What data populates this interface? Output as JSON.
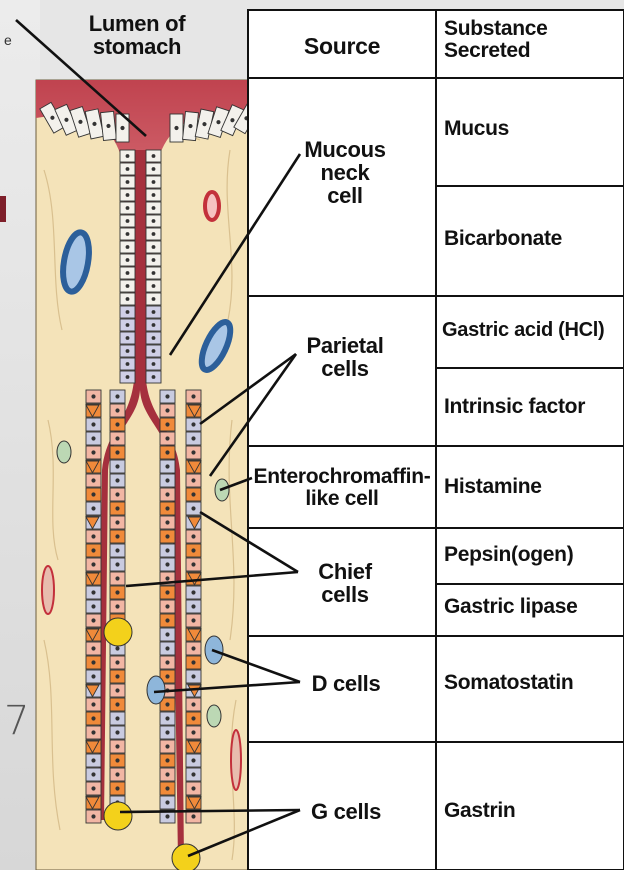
{
  "diagram": {
    "lumen_label": "Lumen of\nstomach",
    "table_header": {
      "source": "Source",
      "substance": "Substance\nSecreted"
    },
    "rows": [
      {
        "source": "Mucous\nneck\ncell",
        "substances": [
          "Mucus",
          "Bicarbonate"
        ]
      },
      {
        "source": "Parietal\ncells",
        "substances": [
          "Gastric acid (HCl)",
          "Intrinsic factor"
        ]
      },
      {
        "source": "Enterochromaffin-\nlike cell",
        "substances": [
          "Histamine"
        ]
      },
      {
        "source": "Chief\ncells",
        "substances": [
          "Pepsin(ogen)",
          "Gastric lipase"
        ]
      },
      {
        "source": "D cells",
        "substances": [
          "Somatostatin"
        ]
      },
      {
        "source": "G cells",
        "substances": [
          "Gastrin"
        ]
      }
    ]
  },
  "colors": {
    "lumen": "#c0434f",
    "tissue": "#f4e3b9",
    "mucous_cell": "#f3f1ec",
    "neck_cell": "#cfcfe6",
    "parietal": "#f08a3a",
    "chief": "#c9cbe0",
    "pink_cell": "#f2b6a4",
    "g_cell": "#f3d11b",
    "d_cell": "#8eb6da",
    "ecl_cell": "#bcd8b4",
    "vessel": "#2c5f9a"
  }
}
